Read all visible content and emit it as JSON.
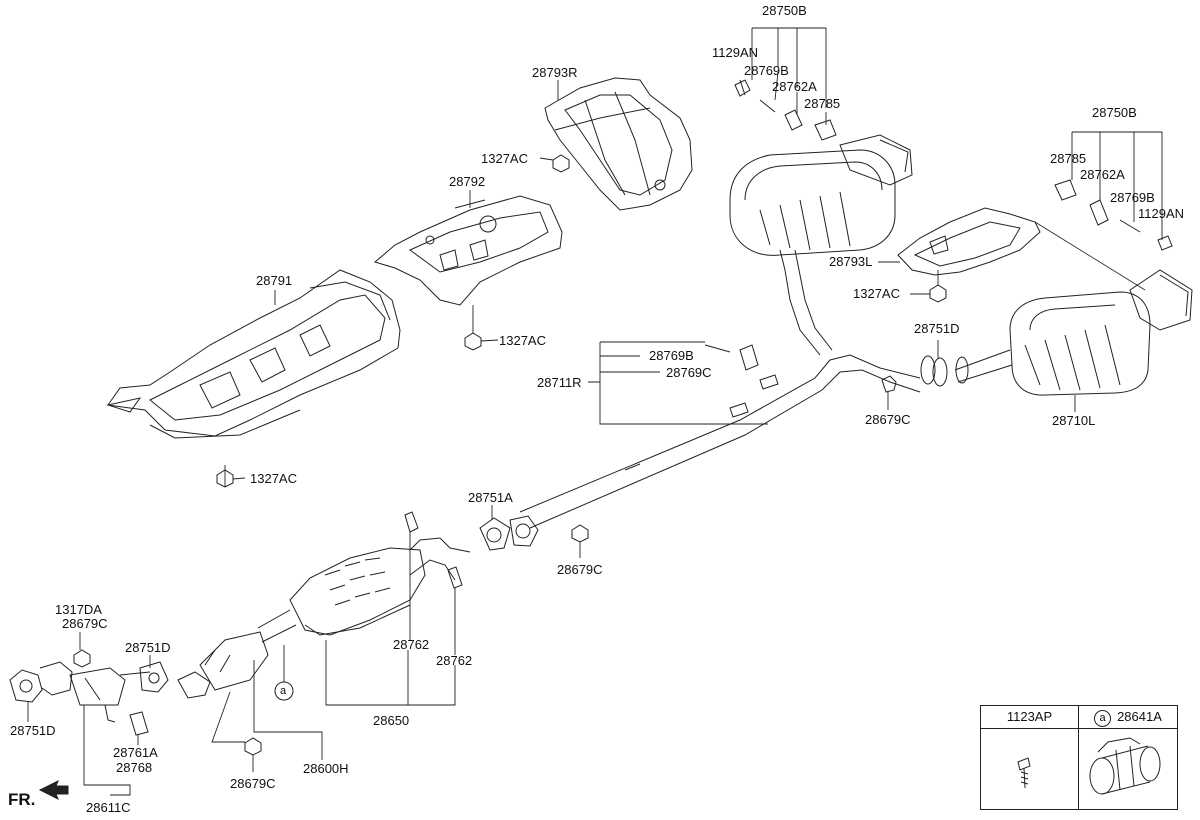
{
  "labels": {
    "p28750B_a": "28750B",
    "p1129AN_a": "1129AN",
    "p28769B_a": "28769B",
    "p28762A_a": "28762A",
    "p28785_a": "28785",
    "p28793R": "28793R",
    "p1327AC_a": "1327AC",
    "p28792": "28792",
    "p28791": "28791",
    "p1327AC_b": "1327AC",
    "p1327AC_c": "1327AC",
    "p28750B_b": "28750B",
    "p28785_b": "28785",
    "p28762A_b": "28762A",
    "p28769B_b": "28769B",
    "p1129AN_b": "1129AN",
    "p28793L": "28793L",
    "p1327AC_d": "1327AC",
    "p28751D_a": "28751D",
    "p28769B_c": "28769B",
    "p28769C": "28769C",
    "p28711R": "28711R",
    "p28679C_a": "28679C",
    "p28710L": "28710L",
    "p28751A": "28751A",
    "p28679C_b": "28679C",
    "p1317DA": "1317DA",
    "p28679C_c": "28679C",
    "p28751D_b": "28751D",
    "p28762_a": "28762",
    "p28762_b": "28762",
    "p28751D_c": "28751D",
    "p28761A": "28761A",
    "p28768": "28768",
    "p28650": "28650",
    "p28600H": "28600H",
    "p28679C_d": "28679C",
    "p28611C": "28611C",
    "callout_a": "a"
  },
  "fr_label": "FR.",
  "legend": {
    "col1": "1123AP",
    "col2_circle": "a",
    "col2": "28641A"
  },
  "colors": {
    "line": "#222222"
  }
}
